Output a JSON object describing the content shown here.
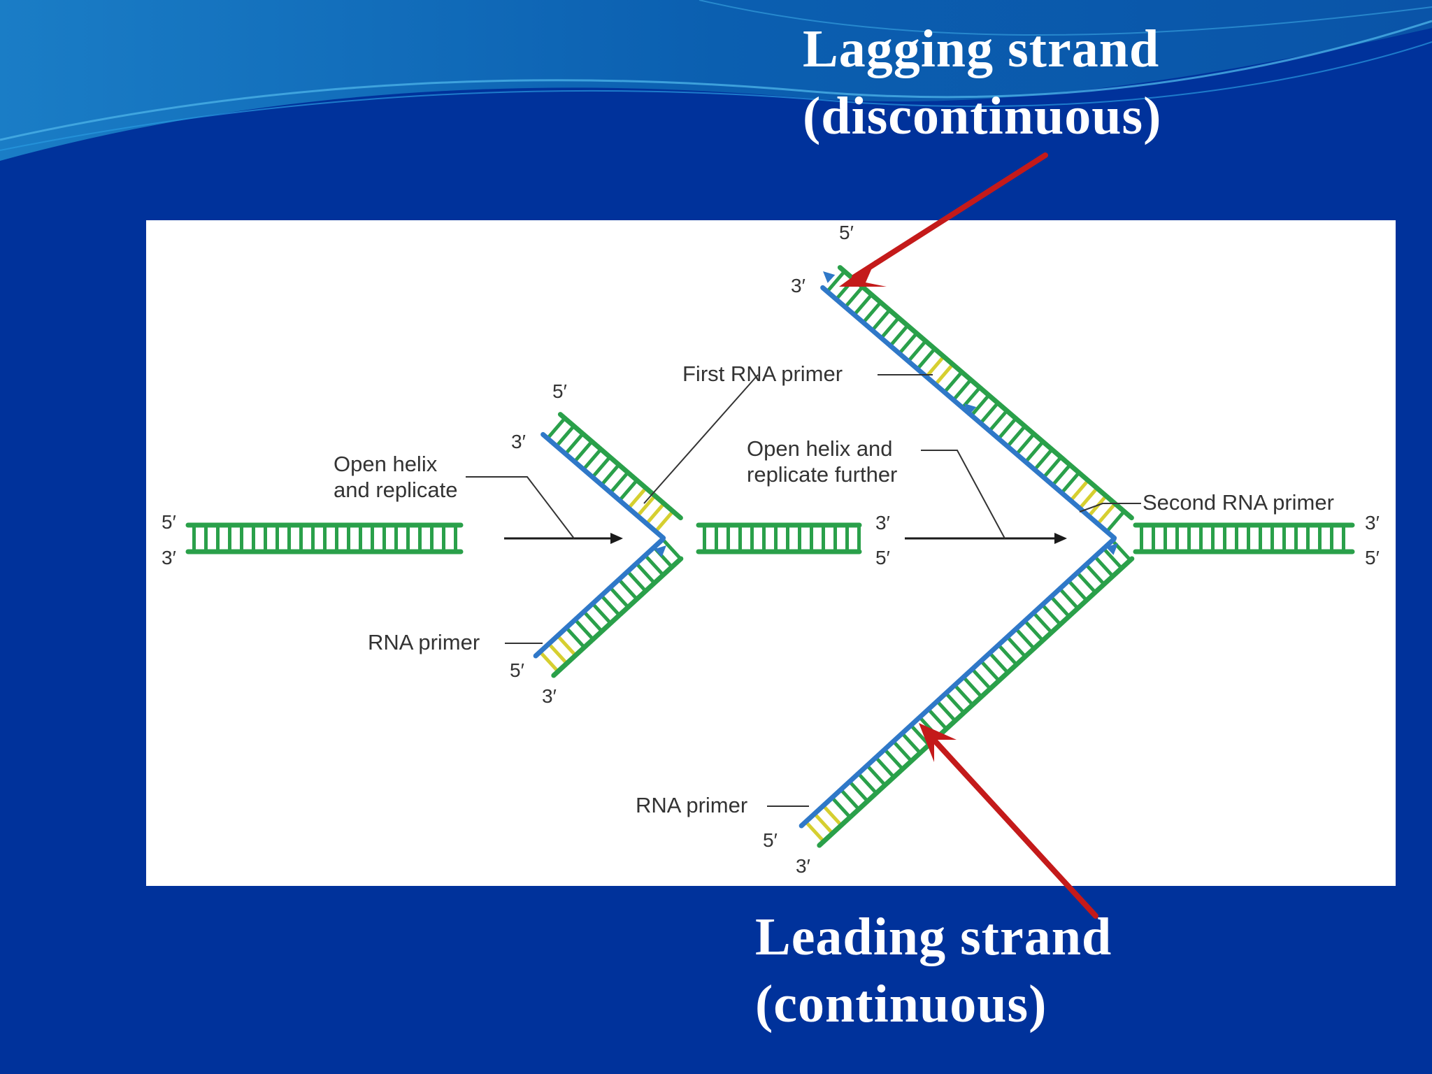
{
  "slide": {
    "lagging_caption": {
      "line1": "Lagging strand",
      "line2": "(discontinuous)"
    },
    "leading_caption": {
      "line1": "Leading strand",
      "line2": "(continuous)"
    },
    "colors": {
      "background": "#00329b",
      "banner_light": "#1e88d0",
      "panel": "#ffffff",
      "callout_arrow": "#c41a1a",
      "parent_strand": "#2aa04a",
      "new_strand": "#2f78c8",
      "rna_primer": "#d6cf30"
    }
  },
  "diagram": {
    "labels": {
      "open_helix_replicate_1": "Open helix",
      "open_helix_replicate_2": "and replicate",
      "first_rna_primer": "First RNA primer",
      "open_helix_further_1": "Open helix and",
      "open_helix_further_2": "replicate further",
      "second_rna_primer": "Second RNA primer",
      "rna_primer_1": "RNA primer",
      "rna_primer_2": "RNA primer"
    },
    "ends": {
      "five_prime": "5′",
      "three_prime": "3′"
    }
  }
}
